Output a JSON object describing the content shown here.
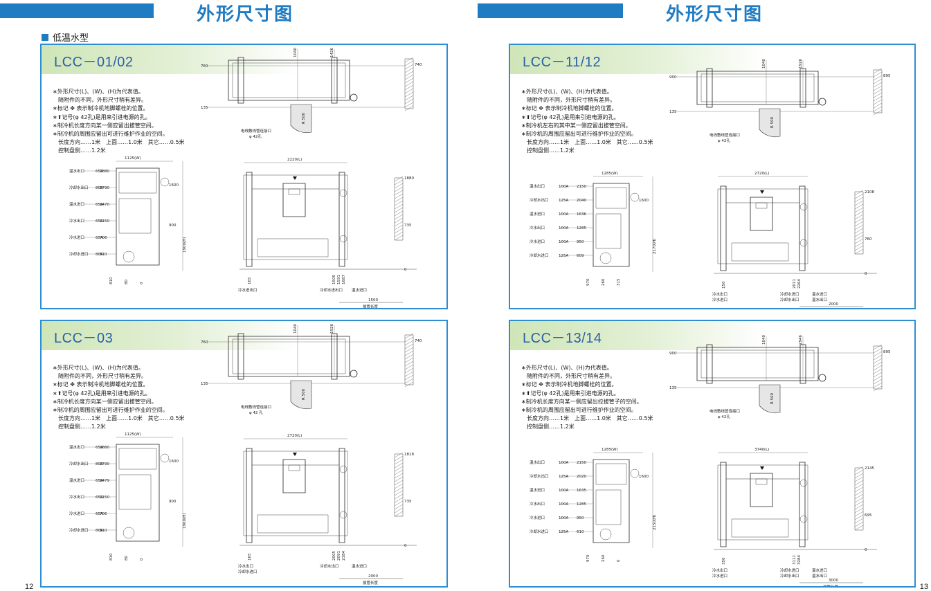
{
  "left_page": {
    "title": "外形尺寸图",
    "section_label": "低温水型",
    "page_number": "12"
  },
  "right_page": {
    "title": "外形尺寸图",
    "page_number": "13"
  },
  "colors": {
    "accent": "#1f7bc2",
    "panel_border": "#2d8fd2",
    "header_green": "#cfe6b8"
  },
  "notes_a": [
    "∗外形尺寸(L)、(W)、(H)为代表值。",
    "随附件的不同，外形尺寸稍有差异。",
    "∗标记 ✥ 表示制冷机地脚螺栓的位置。",
    "∗⬆记号(φ 42孔)是用来引进电源的孔。",
    "∗制冷机长度方向某一侧应留出拔管空间。",
    "∗制冷机的周围应留出可进行维护作业的空间。",
    "长度方向……1米　上面……1.0米　其它……0.5米",
    "控制盘侧……1.2米"
  ],
  "notes_b": [
    "∗外形尺寸(L)、(W)、(H)为代表值。",
    "随附件的不同，外形尺寸稍有差异。",
    "∗标记 ✥ 表示制冷机地脚螺栓的位置。",
    "∗⬆记号(φ 42孔)是用来引进电源的孔。",
    "∗制冷机左右的其中某一侧应留出拔管空间。",
    "∗制冷机的周围应留出可进行维护作业的空间。",
    "长度方向……1米　上面……1.0米　其它……0.5米",
    "控制盘侧……1.2米"
  ],
  "notes_d": [
    "∗外形尺寸(L)、(W)、(H)为代表值。",
    "随附件的不同，外形尺寸稍有差异。",
    "∗标记 ✥ 表示制冷机地脚螺栓的位置。",
    "∗⬆记号(φ 42孔)是用来引进电源的孔。",
    "∗制冷机长度方向某一侧应留出拉拔管子的空间。",
    "∗制冷机的周围应留出可进行维护作业的空间。",
    "长度方向……1米　上面……1.0米　其它……0.5米",
    "控制盘侧……1.2米"
  ],
  "panels": [
    {
      "model": "LCC－01/02",
      "top_dims": {
        "a": "1040",
        "b": "1426",
        "left_top": "760",
        "left_bot": "135",
        "right": "740"
      },
      "cable_label": "电线敷线管连接口",
      "cable_hole": "φ 42孔",
      "r_label": "R 500",
      "width_dim": "1125(W)",
      "length_dim": "2220(L)",
      "height_dim": "1900(H)",
      "side_rows": [
        {
          "name": "温水出口",
          "size": "65A",
          "h": "1880"
        },
        {
          "name": "冷却水出口",
          "size": "80A",
          "h": "1790"
        },
        {
          "name": "温水进口",
          "size": "65A",
          "h": "1470"
        },
        {
          "name": "冷水出口",
          "size": "65A",
          "h": "1150"
        },
        {
          "name": "冷水进口",
          "size": "65A",
          "h": "706"
        },
        {
          "name": "冷却水进口",
          "size": "80A",
          "h": "510"
        }
      ],
      "side_mid": "1600",
      "side_low": "900",
      "bottom_dims": [
        "810",
        "80",
        "0"
      ],
      "front_right_top": "1880",
      "front_right_mid": "735",
      "front_bottom": [
        "165",
        "1505",
        "1591",
        "1687"
      ],
      "front_zero": "0",
      "lbl_cold_out": "冷水进出口",
      "lbl_cw_in": "冷却水进出口",
      "lbl_hot_in": "温水进口",
      "lbl_pipe": "拔管长度",
      "pipe_len": "1500"
    },
    {
      "model": "LCC－03",
      "top_dims": {
        "a": "1040",
        "b": "1926",
        "left_top": "760",
        "left_bot": "135",
        "right": "740"
      },
      "cable_label": "电线敷线管连接口",
      "cable_hole": "φ 42 孔",
      "r_label": "R 500",
      "width_dim": "1125(W)",
      "length_dim": "2720(L)",
      "height_dim": "1900(H)",
      "side_rows": [
        {
          "name": "温水出口",
          "size": "65A",
          "h": "1880"
        },
        {
          "name": "冷却水出口",
          "size": "80A",
          "h": "1790"
        },
        {
          "name": "温水进口",
          "size": "65A",
          "h": "1479"
        },
        {
          "name": "冷水出口",
          "size": "65A",
          "h": "1150"
        },
        {
          "name": "冷水进口",
          "size": "65A",
          "h": "706"
        },
        {
          "name": "冷却水进口",
          "size": "80A",
          "h": "510"
        }
      ],
      "side_mid": "1600",
      "side_low": "900",
      "bottom_dims": [
        "810",
        "80",
        "0"
      ],
      "front_right_top": "1818",
      "front_right_mid": "735",
      "front_bottom": [
        "165",
        "2005",
        "2091",
        "2184"
      ],
      "front_zero": "0",
      "lbl_cold_out": "冷水出口",
      "lbl_cold_in": "冷却水进口",
      "lbl_cw_in": "冷却水出口",
      "lbl_hot_in": "温水进口",
      "lbl_pipe": "拔管长度",
      "pipe_len": "2000"
    },
    {
      "model": "LCC－11/12",
      "top_dims": {
        "a": "1040",
        "b": "1926",
        "left_top": "900",
        "left_bot": "135",
        "right": "895"
      },
      "cable_label": "电线敷线管连接口",
      "cable_hole": "φ 42孔",
      "r_label": "R 500",
      "width_dim": "1285(W)",
      "length_dim": "2720(L)",
      "height_dim": "2170(H)",
      "side_rows": [
        {
          "name": "温水出口",
          "size": "100A",
          "h": "2150"
        },
        {
          "name": "冷却水出口",
          "size": "125A",
          "h": "2040"
        },
        {
          "name": "温水进口",
          "size": "100A",
          "h": "1636"
        },
        {
          "name": "冷水出口",
          "size": "100A",
          "h": "1285"
        },
        {
          "name": "冷水进口",
          "size": "100A",
          "h": "950"
        },
        {
          "name": "冷却水进口",
          "size": "125A",
          "h": "609"
        }
      ],
      "side_mid": "1600",
      "side_low": "",
      "bottom_dims": [
        "970",
        "260",
        "315"
      ],
      "front_right_top": "2108",
      "front_right_mid": "760",
      "front_bottom": [
        "150",
        "2011",
        "2264"
      ],
      "front_zero": "0",
      "lbl_cold_out": "冷水出口",
      "lbl_cold_in": "冷水进口",
      "lbl_cw_in": "冷却水进口",
      "lbl_cw_out": "冷却水出口",
      "lbl_hot_in": "温水进口",
      "lbl_hot_out": "温水出口",
      "lbl_pipe": "拔管长度",
      "pipe_len": "2000"
    },
    {
      "model": "LCC－13/14",
      "top_dims": {
        "a": "1040",
        "b": "2946",
        "left_top": "900",
        "left_bot": "135",
        "right": "895"
      },
      "cable_label": "电线敷线管连接口",
      "cable_hole": "φ 42孔",
      "r_label": "R 500",
      "width_dim": "1285(W)",
      "length_dim": "3740(L)",
      "height_dim": "2150(H)",
      "side_rows": [
        {
          "name": "温水出口",
          "size": "100A",
          "h": "2150"
        },
        {
          "name": "冷却水出口",
          "size": "125A",
          "h": "2020"
        },
        {
          "name": "温水进口",
          "size": "100A",
          "h": "1635"
        },
        {
          "name": "冷水出口",
          "size": "100A",
          "h": "1285"
        },
        {
          "name": "冷水进口",
          "size": "100A",
          "h": "950"
        },
        {
          "name": "冷却水进口",
          "size": "125A",
          "h": "610"
        }
      ],
      "side_mid": "1600",
      "side_low": "",
      "bottom_dims": [
        "970",
        "260",
        "0"
      ],
      "front_right_top": "2145",
      "front_right_mid": "695",
      "front_bottom": [
        "350",
        "3111",
        "3284"
      ],
      "front_zero": "0",
      "lbl_cold_out": "冷水出口",
      "lbl_cold_in": "冷水进口",
      "lbl_cw_in": "冷却水进口",
      "lbl_cw_out": "冷却水出口",
      "lbl_hot_in": "温水进口",
      "lbl_hot_out": "温水出口",
      "lbl_pipe": "拔管长度",
      "pipe_len": "3000"
    }
  ]
}
